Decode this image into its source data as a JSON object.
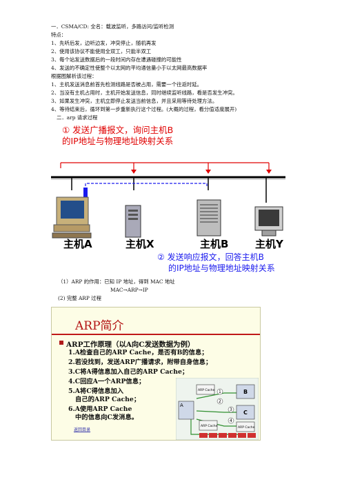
{
  "section1": {
    "heading": "一．CSMA/CD: 全名：载波监听，多路访问/监听检测",
    "features_label": "特点：",
    "features": [
      "1、先听后发，边听边发，冲突停止，随机再发",
      "2、使用该协议不能使用全双工，只能半双工",
      "3、每个站发送数据后的一段时间内存在遭遇碰撞的可能性",
      "4、发送的不确定性使整个以太网的平均通信量小于以太网最高数据率"
    ],
    "process_label": "根据图解析该过程：",
    "steps": [
      "1、主机发送消息前首先检测线路是否被占用，需要一个往返时延。",
      "2、当没有主机占用时，主机开始发送信息，同时继续监听线路，看是否发生冲突。",
      "3、如果发生冲突，主机立即停止发送当前信息，并且采用等待处理方法。",
      "4、等待结束后，循环到第一步重新执行这个过程。(大概的过程，看分值适度展开)"
    ]
  },
  "section2": {
    "heading": "二．arp 请求过程"
  },
  "diagram": {
    "callout1_line1": "① 发送广播报文，询问主机B",
    "callout1_line2": "的IP地址与物理地址映射关系",
    "callout2_line1": "② 发送响应报文，回答主机B",
    "callout2_line2": "的IP地址与物理地址映射关系",
    "hosts": [
      "主机A",
      "主机X",
      "主机B",
      "主机Y"
    ],
    "colors": {
      "red": "#e00000",
      "blue": "#1a1aee"
    }
  },
  "arp_notes": {
    "line1": "（1）ARP 的作用：已知 IP 地址，得到 MAC 地址",
    "line2": "MAC→ARP→IP",
    "line3": "(2) 完整 ARP 过程"
  },
  "slide": {
    "title": "ARP简介",
    "subtitle": "ARP工作原理（以A向C发送数据为例）",
    "steps": [
      "1.A检查自己的ARP Cache，是否有B的信息；",
      "2.若没找到，发送ARP广播请求，附带自身信息；",
      "3.C将A得信息加入自己的ARP Cache；",
      "4.C回应A一个ARP信息；",
      "5.A将C得信息加入",
      "自己的ARP Cache；",
      "6.A使用ARP Cache",
      "中的信息向C发消息。"
    ],
    "back_link": "返回目录",
    "figure_labels": [
      "ARP Cache",
      "B",
      "C",
      "A",
      "ARP Cache",
      "ARP Cache"
    ],
    "colors": {
      "title": "#b31313",
      "background": "#fdfde6"
    }
  }
}
